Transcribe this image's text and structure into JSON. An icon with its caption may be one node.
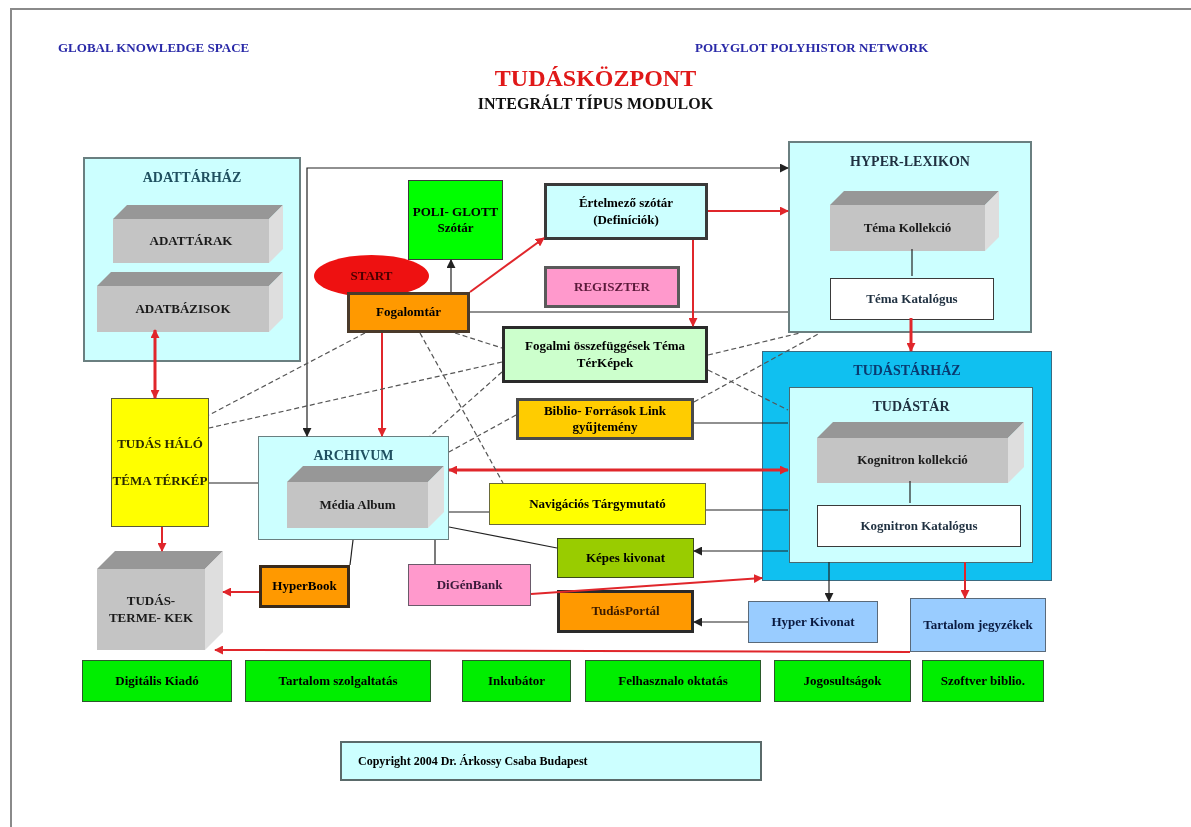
{
  "diagram": {
    "title": "TUDÁSKÖZPONT",
    "nodes": [
      {
        "text": [
          "ADATTÁRHÁZ"
        ]
      },
      {
        "text": [
          "ADATTÁRAK"
        ],
        "in": 0
      },
      {
        "text": [
          "ADATBÁZISOK"
        ],
        "in": 0
      },
      {
        "text": [
          "POLI- GLOTT",
          "Szótár"
        ]
      },
      {
        "text": [
          "START"
        ]
      },
      {
        "text": [
          "Fogalomtár"
        ]
      },
      {
        "text": [
          "Értelmező szótár (Definíciók)"
        ]
      },
      {
        "text": [
          "REGISZTER"
        ]
      },
      {
        "text": [
          "Fogalmi összefüggések Téma TérKépek"
        ]
      },
      {
        "text": [
          "Biblio- Források Link gyűjtemény"
        ]
      },
      {
        "text": [
          "HYPER-LEXIKON"
        ]
      },
      {
        "text": [
          "Téma Kollekció"
        ],
        "in": 10
      },
      {
        "text": [
          "Téma Katalógus"
        ],
        "in": 10
      },
      {
        "text": [
          "TUDÁSTÁRHÁZ"
        ]
      },
      {
        "text": [
          "TUDÁSTÁR"
        ],
        "in": 13
      },
      {
        "text": [
          "Kognitron kollekció"
        ],
        "in": 14
      },
      {
        "text": [
          "Kognitron Katalógus"
        ],
        "in": 14
      },
      {
        "text": [
          "TUDÁS HÁLÓ",
          "TÉMA TÉRKÉP"
        ]
      },
      {
        "text": [
          "ARCHIVUM"
        ]
      },
      {
        "text": [
          "Média Album"
        ],
        "in": 18
      },
      {
        "text": [
          "Navigációs Tárgymutató"
        ]
      },
      {
        "text": [
          "Képes kivonat"
        ]
      },
      {
        "text": [
          "TUDÁS- TERME- KEK"
        ]
      },
      {
        "text": [
          "HyperBook"
        ]
      },
      {
        "text": [
          "DiGénBank"
        ]
      },
      {
        "text": [
          "TudásPortál"
        ]
      },
      {
        "text": [
          "Hyper Kivonat"
        ]
      },
      {
        "text": [
          "Tartalom jegyzékek"
        ]
      },
      {
        "text": [
          "Digitális Kiadó"
        ]
      },
      {
        "text": [
          "Tartalom szolgaltatás"
        ]
      },
      {
        "text": [
          "Inkubátor"
        ]
      },
      {
        "text": [
          "Felhasznalo oktatás"
        ]
      },
      {
        "text": [
          "Jogosultságok"
        ]
      },
      {
        "text": [
          "Szoftver biblio."
        ]
      },
      {
        "text": [
          "Copyright 2004 Dr. Árkossy Csaba Budapest"
        ]
      }
    ],
    "edges": [
      {
        "from": 2,
        "to": 17,
        "arrow": "both",
        "style": "thick",
        "color": "#e0262b"
      },
      {
        "from": 17,
        "to": 22,
        "arrow": "to",
        "color": "#e0262b"
      },
      {
        "from": 5,
        "to": 3,
        "arrow": "to"
      },
      {
        "from": 5,
        "to": 6,
        "arrow": "to",
        "color": "#e0262b"
      },
      {
        "from": 5,
        "to": 18,
        "arrow": "to",
        "color": "#e0262b"
      },
      {
        "from": 5,
        "to": 10,
        "arrow": "none"
      },
      {
        "from": 6,
        "to": 10,
        "arrow": "to",
        "color": "#e0262b"
      },
      {
        "from": 6,
        "to": 8,
        "arrow": "to",
        "color": "#e0262b"
      },
      {
        "from": 18,
        "to": 10,
        "arrow": "both"
      },
      {
        "from": 11,
        "to": 12,
        "arrow": "none"
      },
      {
        "from": 12,
        "to": 13,
        "arrow": "to",
        "style": "thick",
        "color": "#e0262b"
      },
      {
        "from": 15,
        "to": 16,
        "arrow": "none"
      },
      {
        "from": 14,
        "to": 18,
        "arrow": "both",
        "style": "thick",
        "color": "#e0262b"
      },
      {
        "from": 9,
        "to": 14,
        "arrow": "none"
      },
      {
        "from": 18,
        "to": 20,
        "arrow": "none"
      },
      {
        "from": 20,
        "to": 14,
        "arrow": "none"
      },
      {
        "from": 14,
        "to": 21,
        "arrow": "to"
      },
      {
        "from": 18,
        "to": 21,
        "arrow": "none"
      },
      {
        "from": 17,
        "to": 18,
        "arrow": "none"
      },
      {
        "from": 18,
        "to": 23,
        "arrow": "none"
      },
      {
        "from": 18,
        "to": 24,
        "arrow": "none"
      },
      {
        "from": 23,
        "to": 22,
        "arrow": "to",
        "color": "#e0262b"
      },
      {
        "from": 24,
        "to": 13,
        "arrow": "to",
        "color": "#e0262b"
      },
      {
        "from": 14,
        "to": 26,
        "arrow": "to"
      },
      {
        "from": 14,
        "to": 27,
        "arrow": "to",
        "color": "#e0262b"
      },
      {
        "from": 26,
        "to": 25,
        "arrow": "to"
      },
      {
        "from": 27,
        "to": 22,
        "arrow": "to",
        "color": "#e0262b"
      },
      {
        "from": 5,
        "to": 17,
        "arrow": "none",
        "style": "dashed"
      },
      {
        "from": 8,
        "to": 17,
        "arrow": "none",
        "style": "dashed"
      },
      {
        "from": 5,
        "to": 8,
        "arrow": "none",
        "style": "dashed"
      },
      {
        "from": 5,
        "to": 20,
        "arrow": "none",
        "style": "dashed"
      },
      {
        "from": 8,
        "to": 18,
        "arrow": "none",
        "style": "dashed"
      },
      {
        "from": 9,
        "to": 18,
        "arrow": "none",
        "style": "dashed"
      },
      {
        "from": 8,
        "to": 10,
        "arrow": "none",
        "style": "dashed"
      },
      {
        "from": 9,
        "to": 10,
        "arrow": "none",
        "style": "dashed"
      },
      {
        "from": 8,
        "to": 14,
        "arrow": "none",
        "style": "dashed"
      }
    ],
    "labels": [
      "GLOBAL KNOWLEDGE SPACE",
      "POLYGLOT POLYHISTOR NETWORK",
      "INTEGRÁLT TÍPUS MODULOK"
    ]
  }
}
